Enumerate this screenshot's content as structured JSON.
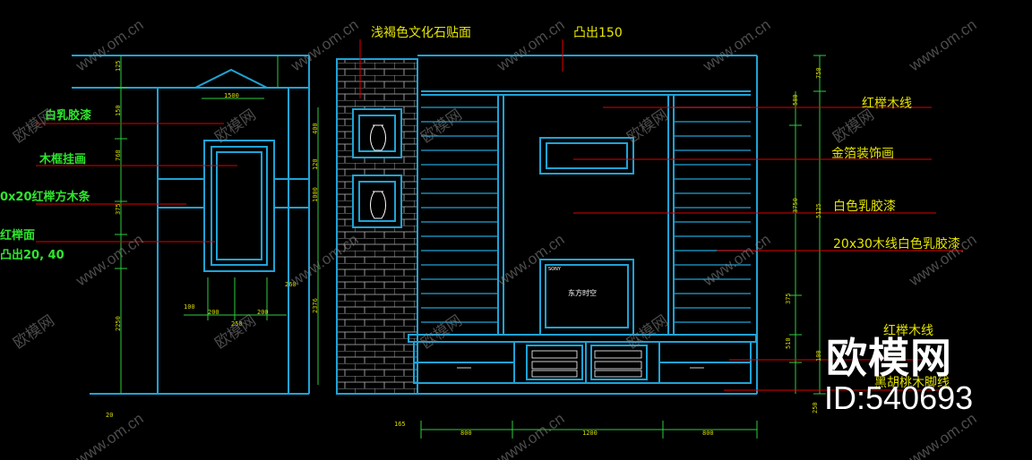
{
  "labels": {
    "stone": "浅褐色文化石贴面",
    "protrude": "凸出150",
    "red_wood_line": "红榉木线",
    "gold_foil": "金箔装饰画",
    "white_latex": "白色乳胶漆",
    "wood_line_white": "20x30木线白色乳胶漆",
    "red_line_partial": "红榉木线",
    "black_walnut": "黑胡桃木脚线",
    "left_latex": "白乳胶漆",
    "left_frame": "木框挂画",
    "left_strip": "0x20红榉方木条",
    "left_face": "红榉面",
    "left_protrude": "凸出20, 40",
    "tv_text": "东方时空",
    "tv_brand": "SONY"
  },
  "dims": {
    "d1500": "1500",
    "d800a": "800",
    "d1200": "1200",
    "d800b": "800",
    "d165": "165",
    "d20": "20",
    "d250": "250",
    "d100": "100",
    "d200a": "200",
    "d200b": "200",
    "d260": "260",
    "v750": "750",
    "v580": "580",
    "v3750": "3750",
    "v5125": "5125",
    "v375": "375",
    "v510": "510",
    "v100": "100",
    "v250": "250",
    "lv1": "125",
    "lv2": "150",
    "lv3": "768",
    "lv4": "375",
    "lv5": "2250",
    "sv1": "400",
    "sv2": "120",
    "sv3": "1000",
    "sv4": "2376"
  },
  "watermark": {
    "site": "www.om.cn",
    "cn": "欧模网",
    "brand": "欧模网",
    "id": "ID:540693"
  },
  "colors": {
    "outline": "#1fa3d6",
    "dimension": "#2ecc40",
    "leader": "#e00000",
    "text_yellow": "#e6e600",
    "text_green": "#2ee62e"
  }
}
